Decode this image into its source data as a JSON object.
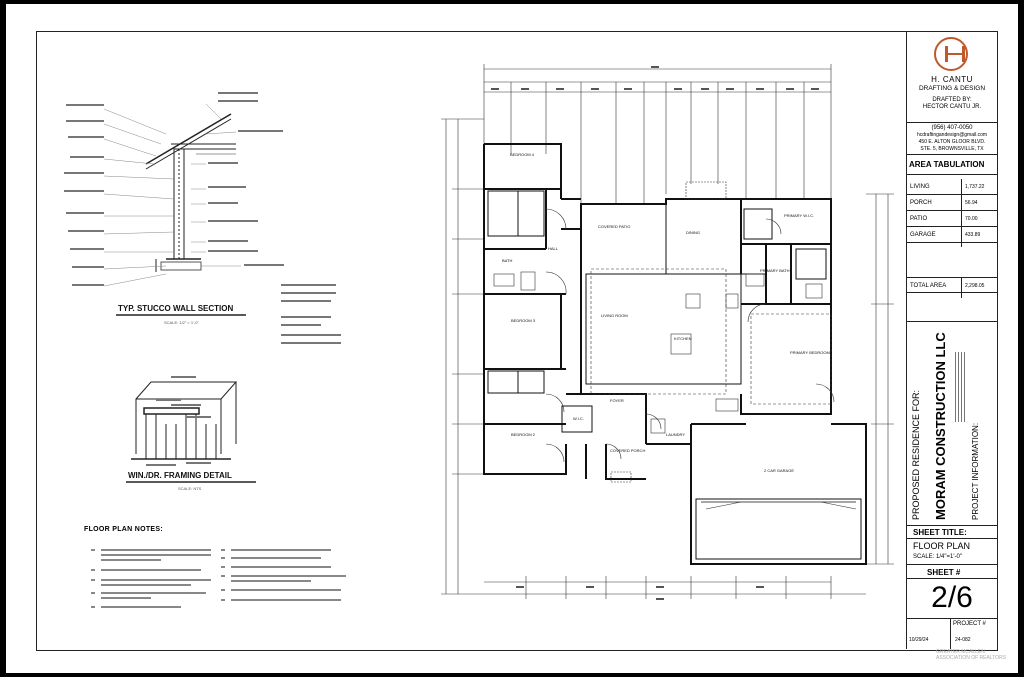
{
  "firm": {
    "logo_letters": "H",
    "name": "H. CANTU",
    "subtitle": "DRAFTING & DESIGN",
    "drafted_by_label": "DRAFTED BY:",
    "drafter": "HECTOR CANTU JR.",
    "phone": "(956) 407-0050",
    "email": "hcdraftingandesign@gmail.com",
    "address1": "450 E. ALTON GLOOR BLVD.",
    "address2": "STE. 5, BROWNSVILLE, TX"
  },
  "area_tabulation": {
    "title": "AREA TABULATION",
    "rows": [
      {
        "label": "LIVING",
        "value": "1,737.22"
      },
      {
        "label": "PORCH",
        "value": "56.94"
      },
      {
        "label": "PATIO",
        "value": "70.00"
      },
      {
        "label": "GARAGE",
        "value": "433.89"
      }
    ],
    "total_label": "TOTAL AREA",
    "total_value": "2,298.05"
  },
  "project": {
    "residence_label": "PROPOSED RESIDENCE FOR:",
    "client": "MORAM CONSTRUCTION LLC",
    "info_label": "PROJECT INFORMATION:"
  },
  "sheet": {
    "title_label": "SHEET TITLE:",
    "title": "FLOOR PLAN",
    "scale": "SCALE: 1/4\"=1'-0\"",
    "number_label": "SHEET #",
    "number": "2/6",
    "date": "10/29/24",
    "project_label": "PROJECT #",
    "project_no": "24-082"
  },
  "details": {
    "stucco_title": "TYP. STUCCO WALL SECTION",
    "stucco_scale": "SCALE: 1/2\" = 1'-0\"",
    "framing_title": "WIN./DR. FRAMING DETAIL",
    "framing_scale": "SCALE: NTS"
  },
  "notes": {
    "title": "FLOOR PLAN NOTES:"
  },
  "rooms": {
    "bed4": "BEDROOM 4",
    "bed3": "BEDROOM 3",
    "bed2": "BEDROOM 2",
    "covered_patio": "COVERED PATIO",
    "dining": "DINING",
    "primary_bath": "PRIMARY BATH",
    "primary_wic": "PRIMARY W.I.C.",
    "hall": "HALL",
    "bath": "BATH",
    "living": "LIVING ROOM",
    "kitchen": "KITCHEN",
    "primary_bedroom": "PRIMARY BEDROOM",
    "foyer": "FOYER",
    "laundry": "LAUNDRY",
    "covered_porch": "COVERED PORCH",
    "garage": "2 CAR GARAGE",
    "wic": "W.I.C."
  },
  "watermark": "GREATER MCALLEN ASSOCIATION OF REALTORS"
}
